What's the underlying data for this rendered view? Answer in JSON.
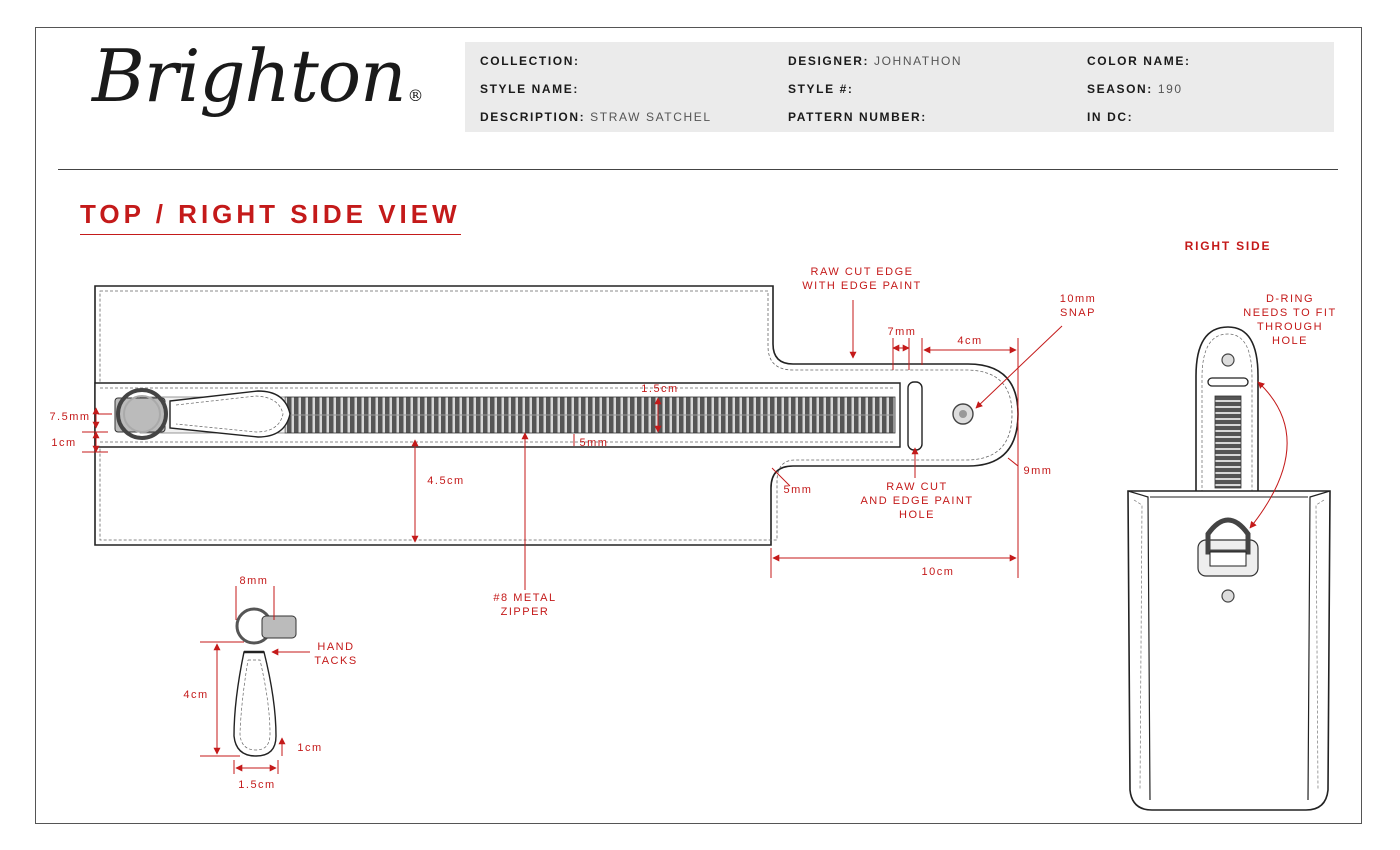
{
  "brand": {
    "logo_text": "Brighton",
    "registered_mark": "®"
  },
  "info": {
    "collection_label": "COLLECTION:",
    "collection_value": "",
    "designer_label": "DESIGNER:",
    "designer_value": "JOHNATHON",
    "color_name_label": "COLOR NAME:",
    "color_name_value": "",
    "style_name_label": "STYLE NAME:",
    "style_name_value": "",
    "style_no_label": "STYLE #:",
    "style_no_value": "",
    "season_label": "SEASON:",
    "season_value": "190",
    "description_label": "DESCRIPTION:",
    "description_value": "STRAW SATCHEL",
    "pattern_number_label": "PATTERN NUMBER:",
    "pattern_number_value": "",
    "in_dc_label": "IN DC:",
    "in_dc_value": ""
  },
  "view_title": "TOP / RIGHT SIDE VIEW",
  "right_side_title": "RIGHT SIDE",
  "callouts": {
    "raw_cut_edge_1": "RAW CUT EDGE",
    "raw_cut_edge_2": "WITH EDGE PAINT",
    "snap_1": "10mm",
    "snap_2": "SNAP",
    "dring_1": "D-RING",
    "dring_2": "NEEDS TO FIT",
    "dring_3": "THROUGH",
    "dring_4": "HOLE",
    "raw_cut_hole_1": "RAW CUT",
    "raw_cut_hole_2": "AND EDGE PAINT",
    "raw_cut_hole_3": "HOLE",
    "zipper_1": "#8 METAL",
    "zipper_2": "ZIPPER",
    "hand_tacks_1": "HAND",
    "hand_tacks_2": "TACKS"
  },
  "dimensions": {
    "d_7mm": "7mm",
    "d_4cm": "4cm",
    "d_1_5cm": "1.5cm",
    "d_7_5mm": "7.5mm",
    "d_1cm": "1cm",
    "d_5mm_a": "5mm",
    "d_4_5cm": "4.5cm",
    "d_9mm": "9mm",
    "d_5mm_b": "5mm",
    "d_10cm": "10cm",
    "pull_8mm": "8mm",
    "pull_4cm": "4cm",
    "pull_1cm": "1cm",
    "pull_1_5cm": "1.5cm"
  },
  "colors": {
    "accent": "#c41a1a",
    "panel": "#ebebeb",
    "ink": "#1a1a1a"
  }
}
